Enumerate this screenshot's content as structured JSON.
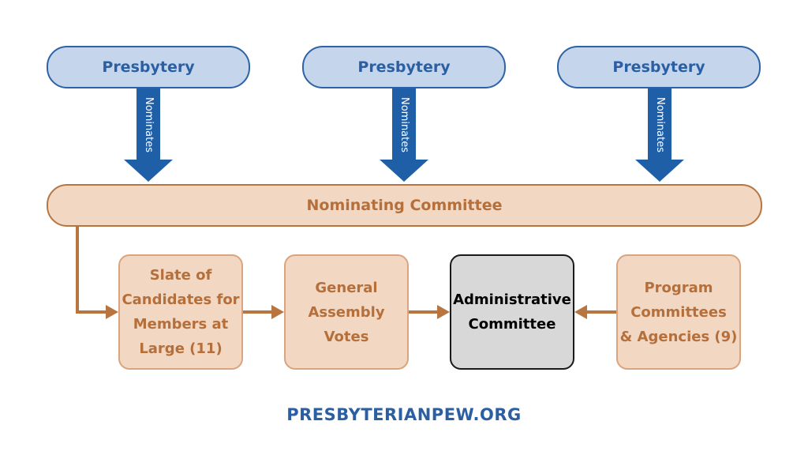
{
  "presbyteries": [
    {
      "label": "Presbytery"
    },
    {
      "label": "Presbytery"
    },
    {
      "label": "Presbytery"
    }
  ],
  "nominate_label": "Nominates",
  "nominating_committee": "Nominating Committee",
  "boxes": {
    "slate": "Slate of\nCandidates for\nMembers at\nLarge (11)",
    "general_assembly": "General\nAssembly\nVotes",
    "administrative": "Administrative\nCommittee",
    "program": "Program\nCommittees\n& Agencies (9)"
  },
  "footer": "PRESBYTERIANPEW.ORG",
  "colors": {
    "blue": "#2b5fa3",
    "blue_fill": "#c5d6ec",
    "orange": "#b56f3b",
    "orange_fill": "#f2d7c2",
    "gray_fill": "#d8d8d8"
  }
}
